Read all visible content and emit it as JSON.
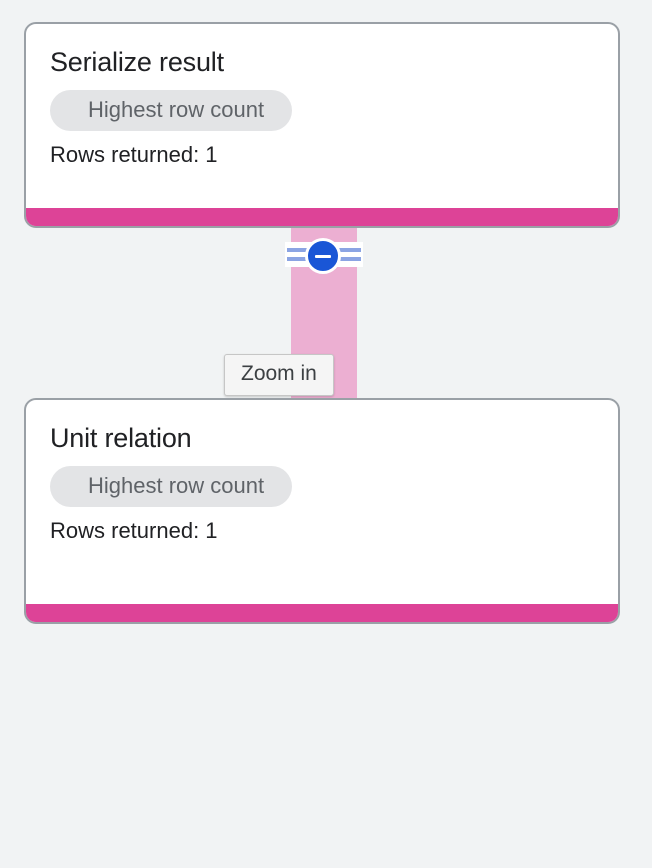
{
  "canvas": {
    "background_color": "#f1f3f4"
  },
  "nodes": [
    {
      "id": "serialize-result",
      "title": "Serialize result",
      "badge": "Highest row count",
      "subtext": "Rows returned: 1",
      "status_color": "#dd4397"
    },
    {
      "id": "unit-relation",
      "title": "Unit relation",
      "badge": "Highest row count",
      "subtext": "Rows returned: 1",
      "status_color": "#dd4397"
    }
  ],
  "edge": {
    "color": "#ecafd2",
    "rail_color": "#8ba4e3",
    "toggle": {
      "icon": "minus-icon",
      "color": "#1a56d6",
      "state": "expanded"
    }
  },
  "tooltip": {
    "label": "Zoom in",
    "visible": true
  }
}
